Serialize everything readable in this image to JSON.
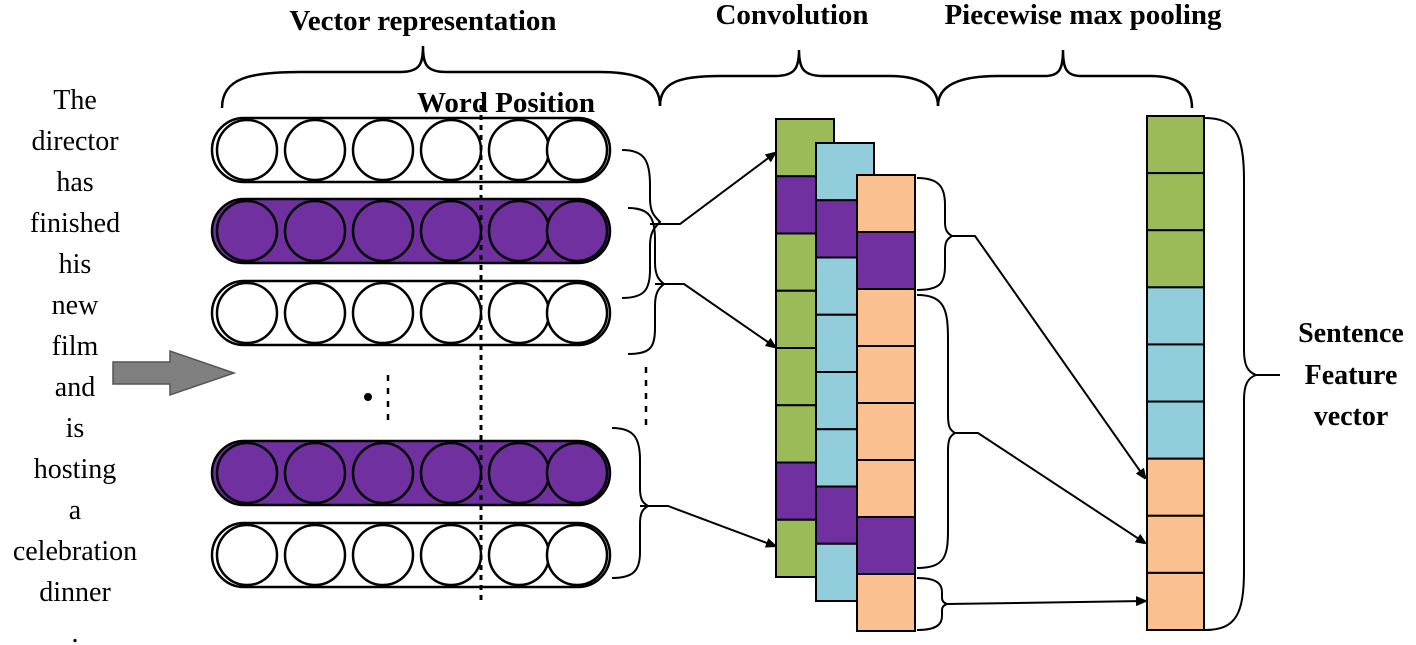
{
  "headers": {
    "vector_representation": "Vector representation",
    "word_position": "Word Position",
    "convolution": "Convolution",
    "piecewise_max_pooling": "Piecewise max pooling"
  },
  "sentence": {
    "words": [
      {
        "text": "The",
        "highlight": false
      },
      {
        "text": "director",
        "highlight": true
      },
      {
        "text": "has",
        "highlight": false
      },
      {
        "text": "finished",
        "highlight": false
      },
      {
        "text": "his",
        "highlight": false
      },
      {
        "text": "new",
        "highlight": false
      },
      {
        "text": "film",
        "highlight": true
      },
      {
        "text": "and",
        "highlight": false
      },
      {
        "text": "is",
        "highlight": false
      },
      {
        "text": "hosting",
        "highlight": false
      },
      {
        "text": "a",
        "highlight": false
      },
      {
        "text": "celebration",
        "highlight": false
      },
      {
        "text": "dinner",
        "highlight": false
      },
      {
        "text": ".",
        "highlight": false
      }
    ]
  },
  "output": {
    "line1": "Sentence",
    "line2": "Feature",
    "line3": "vector"
  },
  "vector_rows": [
    {
      "filled": false
    },
    {
      "filled": true
    },
    {
      "filled": false
    },
    {
      "filled": true
    },
    {
      "filled": false
    }
  ],
  "conv_maps": [
    {
      "cells": [
        "green",
        "purple",
        "green",
        "green",
        "green",
        "green",
        "purple",
        "green"
      ]
    },
    {
      "cells": [
        "blue",
        "purple",
        "blue",
        "blue",
        "blue",
        "blue",
        "purple",
        "blue"
      ]
    },
    {
      "cells": [
        "orange",
        "purple",
        "orange",
        "orange",
        "orange",
        "orange",
        "purple",
        "orange"
      ]
    }
  ],
  "feature_vector": {
    "cells": [
      "green",
      "green",
      "green",
      "blue",
      "blue",
      "blue",
      "orange",
      "orange",
      "orange"
    ]
  },
  "colors": {
    "purple": "#7030a0",
    "green": "#9bbb59",
    "blue": "#92cddc",
    "orange": "#fac090",
    "arrow_gray": "#808080",
    "word_highlight": "#7030a0"
  }
}
